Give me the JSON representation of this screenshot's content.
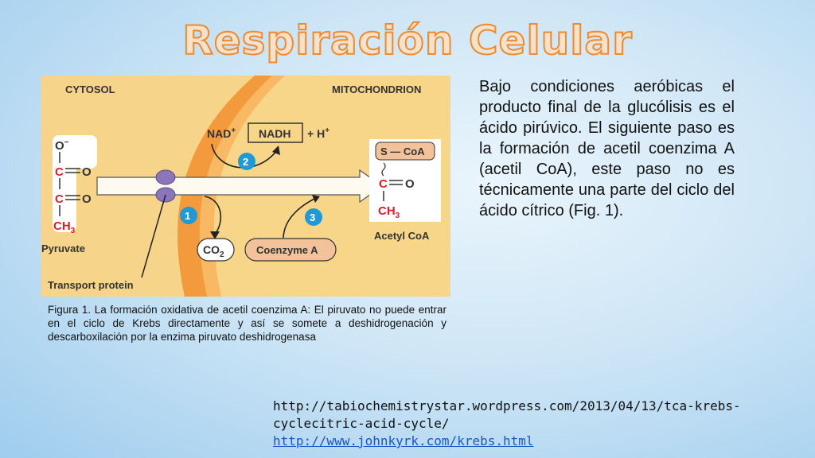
{
  "slide": {
    "title": "Respiración Celular",
    "body_text": "Bajo condiciones aeróbicas el producto final de la glucólisis es el ácido pirúvico. El siguiente paso es la formación de acetil coenzima A (acetil CoA), este paso no es técnicamente una parte del ciclo del ácido cítrico (Fig. 1).",
    "caption": "Figura 1. La formación oxidativa de acetil coenzima A: El piruvato no puede entrar en el ciclo de Krebs directamente y así se somete a deshidrogenación y descarboxilación por la enzima piruvato deshidrogenasa",
    "links": {
      "line1": "http://tabiochemistrystar.wordpress.com/2013/04/13/tca-krebs-",
      "line2": "cyclecitric-acid-cycle/",
      "line3": "http://www.johnkyrk.com/krebs.html"
    }
  },
  "diagram": {
    "cytosol": "CYTOSOL",
    "mitochondrion": "MITOCHONDRION",
    "nad": "NAD",
    "nad_sup": "+",
    "nadh": "NADH",
    "plus_h": "+ H",
    "h_sup": "+",
    "step1": "1",
    "step2": "2",
    "step3": "3",
    "co2": "CO",
    "co2_sub": "2",
    "coenzyme_a": "Coenzyme A",
    "acetyl_coa": "Acetyl CoA",
    "pyruvate": "Pyruvate",
    "transport_protein": "Transport protein",
    "s_coa": "S — CoA",
    "atom_o_minus": "O",
    "minus_sup": "−",
    "atom_c": "C",
    "atom_o": "O",
    "atom_ch": "CH",
    "sub_3": "3"
  },
  "colors": {
    "title_stroke": "#f08a2c",
    "cytosol_bg": "#f6d58a",
    "membrane": "#f39a3c",
    "step_badge": "#1f9ad6",
    "carbon_red": "#d81e2a",
    "coenzyme_box": "#f2c39b",
    "arrow_fill": "#fffaf0"
  }
}
